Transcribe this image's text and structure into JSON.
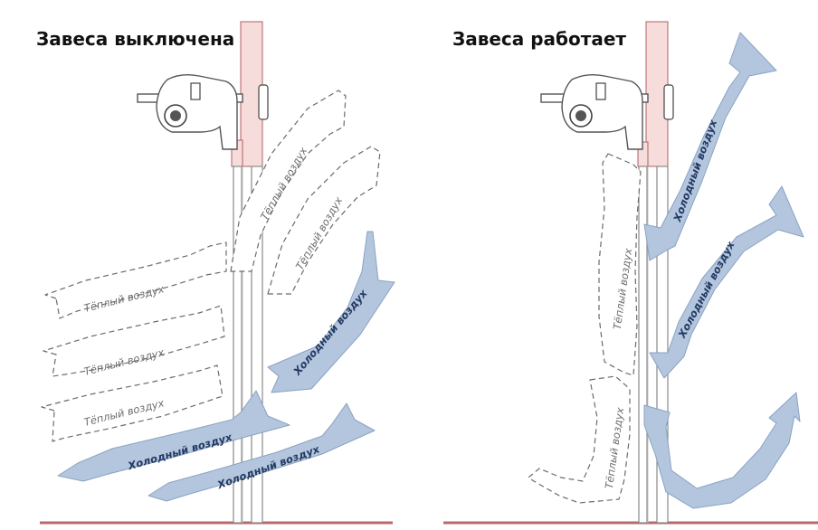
{
  "panels": {
    "left": {
      "title": "Завеса выключена",
      "labels": {
        "warm_1": "Тёплый воздух",
        "warm_2": "Тёплый воздух",
        "warm_3": "Тёплый воздух",
        "warm_4": "Тёплый воздух",
        "warm_5": "Тёплый воздух",
        "cold_1": "Холодный воздух",
        "cold_2": "Холодный воздух",
        "cold_3": "Холодный воздух"
      }
    },
    "right": {
      "title": "Завеса работает",
      "labels": {
        "warm_1": "Тёплый воздух",
        "warm_2": "Тёплый воздух",
        "cold_1": "Холодный воздух",
        "cold_2": "Холодный воздух"
      }
    }
  },
  "colors": {
    "cold_fill": "#b3c6de",
    "warm_outline": "#6b6b6b",
    "wall_brick": "#f7dcdc",
    "floor": "#b86a6a"
  },
  "icons": {
    "device": "air-curtain-unit-icon"
  }
}
